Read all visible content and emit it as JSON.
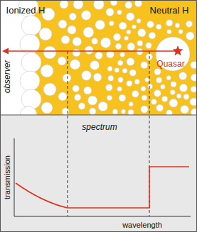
{
  "diagram": {
    "labels": [
      "Ionized H",
      "Neutral H",
      "Quasar",
      "observer",
      "spectrum",
      "transmission",
      "wavelength"
    ]
  }
}
